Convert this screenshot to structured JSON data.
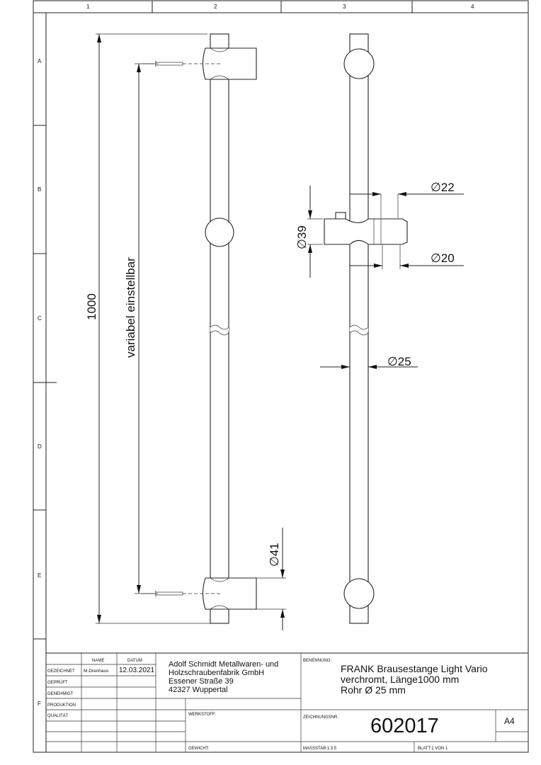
{
  "frame": {
    "columns": [
      "1",
      "2",
      "3",
      "4"
    ],
    "rows": [
      "A",
      "B",
      "C",
      "D",
      "E",
      "F"
    ]
  },
  "dimensions": {
    "total_length": "1000",
    "adjustable": "variabel einstellbar",
    "d22": "∅22",
    "d20": "∅20",
    "d39": "∅39",
    "d25": "∅25",
    "d41": "∅41"
  },
  "title_block": {
    "name_header": "NAME",
    "date_header": "DATUM",
    "roles": [
      "GEZEICHNET",
      "GEPRÜFT",
      "GENEHMIGT",
      "PRODUKTION",
      "QUALITÄT"
    ],
    "drawn_by": "M.Drenhaus",
    "drawn_date": "12.03.2021",
    "company": [
      "Adolf Schmidt Metallwaren- und",
      "Holzschraubenfabrik GmbH",
      "Essener Straße 39",
      "42327 Wuppertal"
    ],
    "benennung_label": "BENENNUNG:",
    "benennung": [
      "FRANK Brausestange Light Vario",
      "verchromt, Länge1000 mm",
      "Rohr Ø 25 mm"
    ],
    "werkstoff_label": "WERKSTOFF:",
    "zeichnungsnr_label": "ZEICHNUNGSNR.",
    "zeichnungsnr": "602017",
    "format": "A4",
    "gewicht_label": "GEWICHT:",
    "massstab": "MASSSTAB:1:3.5",
    "blatt": "BLATT:1 VON 1"
  }
}
